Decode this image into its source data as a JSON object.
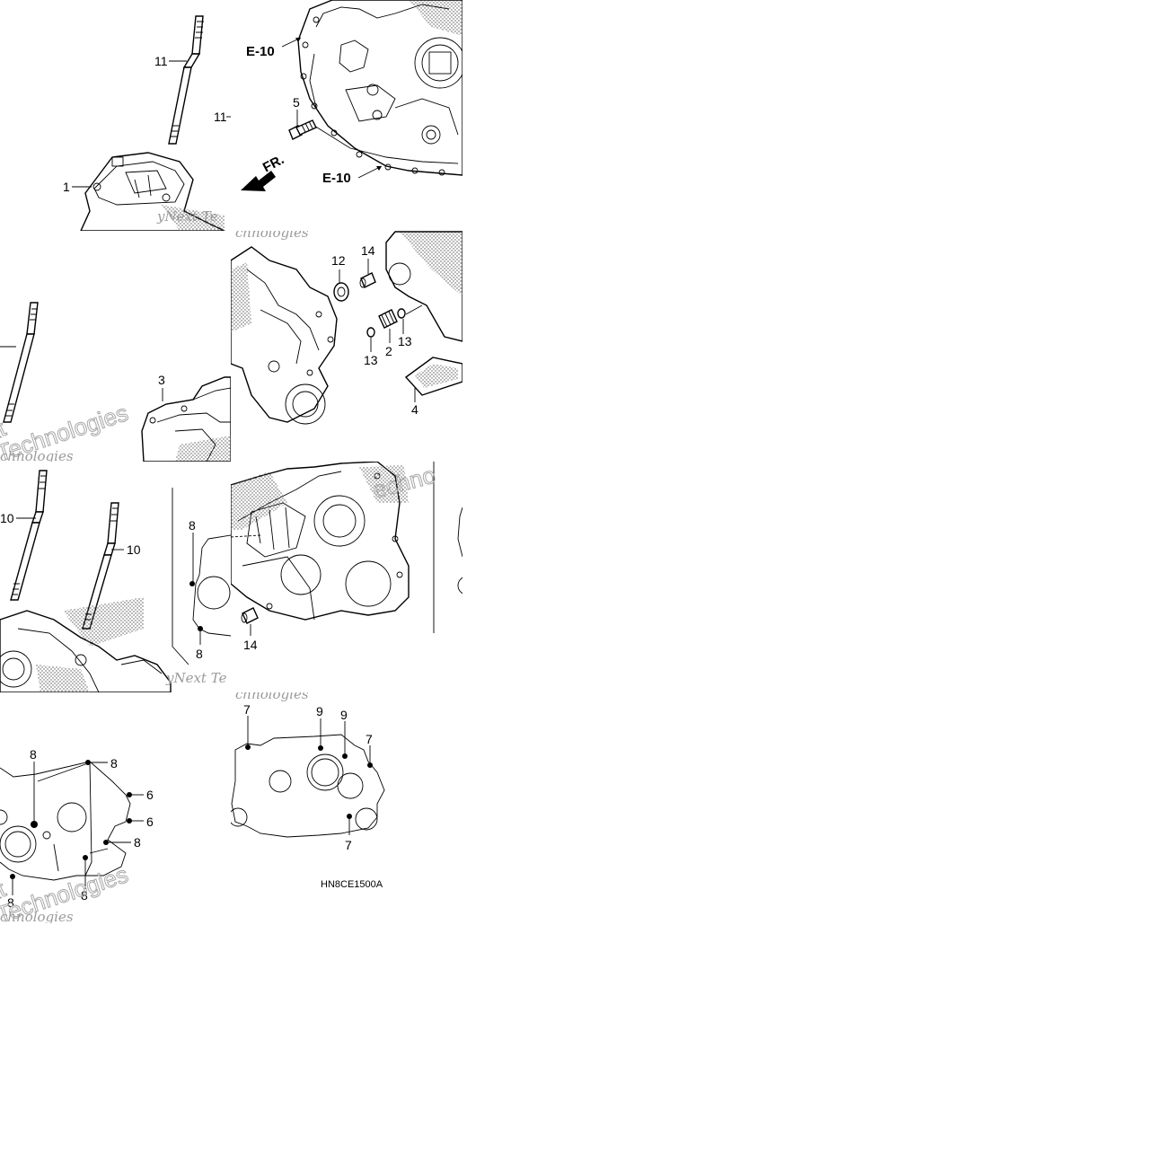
{
  "callouts": {
    "t1_11a": "11",
    "t1_11b": "11",
    "t1_1": "1",
    "t2_e10a": "E-10",
    "t2_5": "5",
    "t2_fr": "FR.",
    "t2_e10b": "E-10",
    "t3_3": "3",
    "t4_12": "12",
    "t4_14": "14",
    "t4_13a": "13",
    "t4_2": "2",
    "t4_13b": "13",
    "t4_4": "4",
    "t5_10a": "10",
    "t5_10b": "10",
    "t5_8a": "8",
    "t5_8b": "8",
    "t6_14": "14",
    "t7_8a": "8",
    "t7_8b": "8",
    "t7_6a": "6",
    "t7_6b": "6",
    "t7_8c": "8",
    "t7_8d": "8",
    "t7_8e": "8",
    "t8_7a": "7",
    "t8_9a": "9",
    "t8_9b": "9",
    "t8_7b": "7",
    "t8_7c": "7"
  },
  "diagram_code": "HN8CE1500A",
  "watermark": {
    "line1": "yNext Te",
    "line2": "chnologies",
    "line3": "Technolo",
    "outline1": "xt",
    "outline2": "Technologies",
    "outline3": "echno"
  },
  "colors": {
    "ink": "#000000",
    "watermark": "#9a9a9a",
    "background": "#ffffff"
  }
}
